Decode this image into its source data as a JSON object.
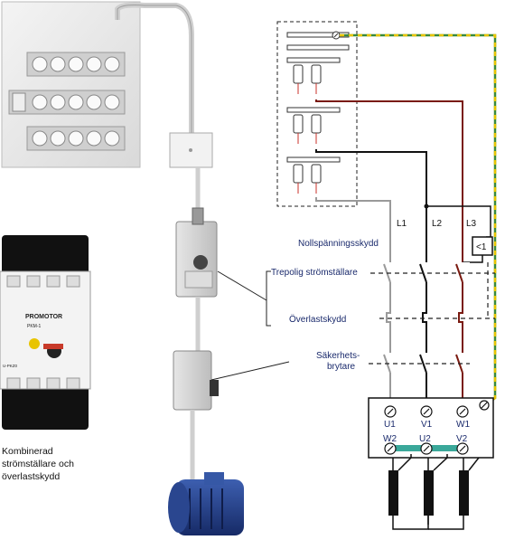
{
  "labels": {
    "nollspanningsskydd": "Nollspänningsskydd",
    "trepolig": "Trepolig strömställare",
    "overlastskydd": "Överlastskydd",
    "sakerhet_1": "Säkerhets-",
    "sakerhet_2": "brytare",
    "kombinerad_1": "Kombinerad",
    "kombinerad_2": "strömställare och",
    "kombinerad_3": "överlastskydd"
  },
  "phases": {
    "l1": "L1",
    "l2": "L2",
    "l3": "L3"
  },
  "relay": "<1",
  "terminals": {
    "u1": "U1",
    "v1": "V1",
    "w1": "W1",
    "w2": "W2",
    "u2": "U2",
    "v2": "V2"
  },
  "starter": {
    "brand": "PROMOTOR",
    "model": "PKM-1",
    "small_text": "U-PKZ0"
  },
  "colors": {
    "brown": "#7a1a10",
    "black": "#111111",
    "grey": "#9a9a9a",
    "earth_green": "#3a8a3a",
    "earth_yellow": "#e8c400",
    "dashed": "#222222",
    "jumper": "#3aa89a"
  }
}
